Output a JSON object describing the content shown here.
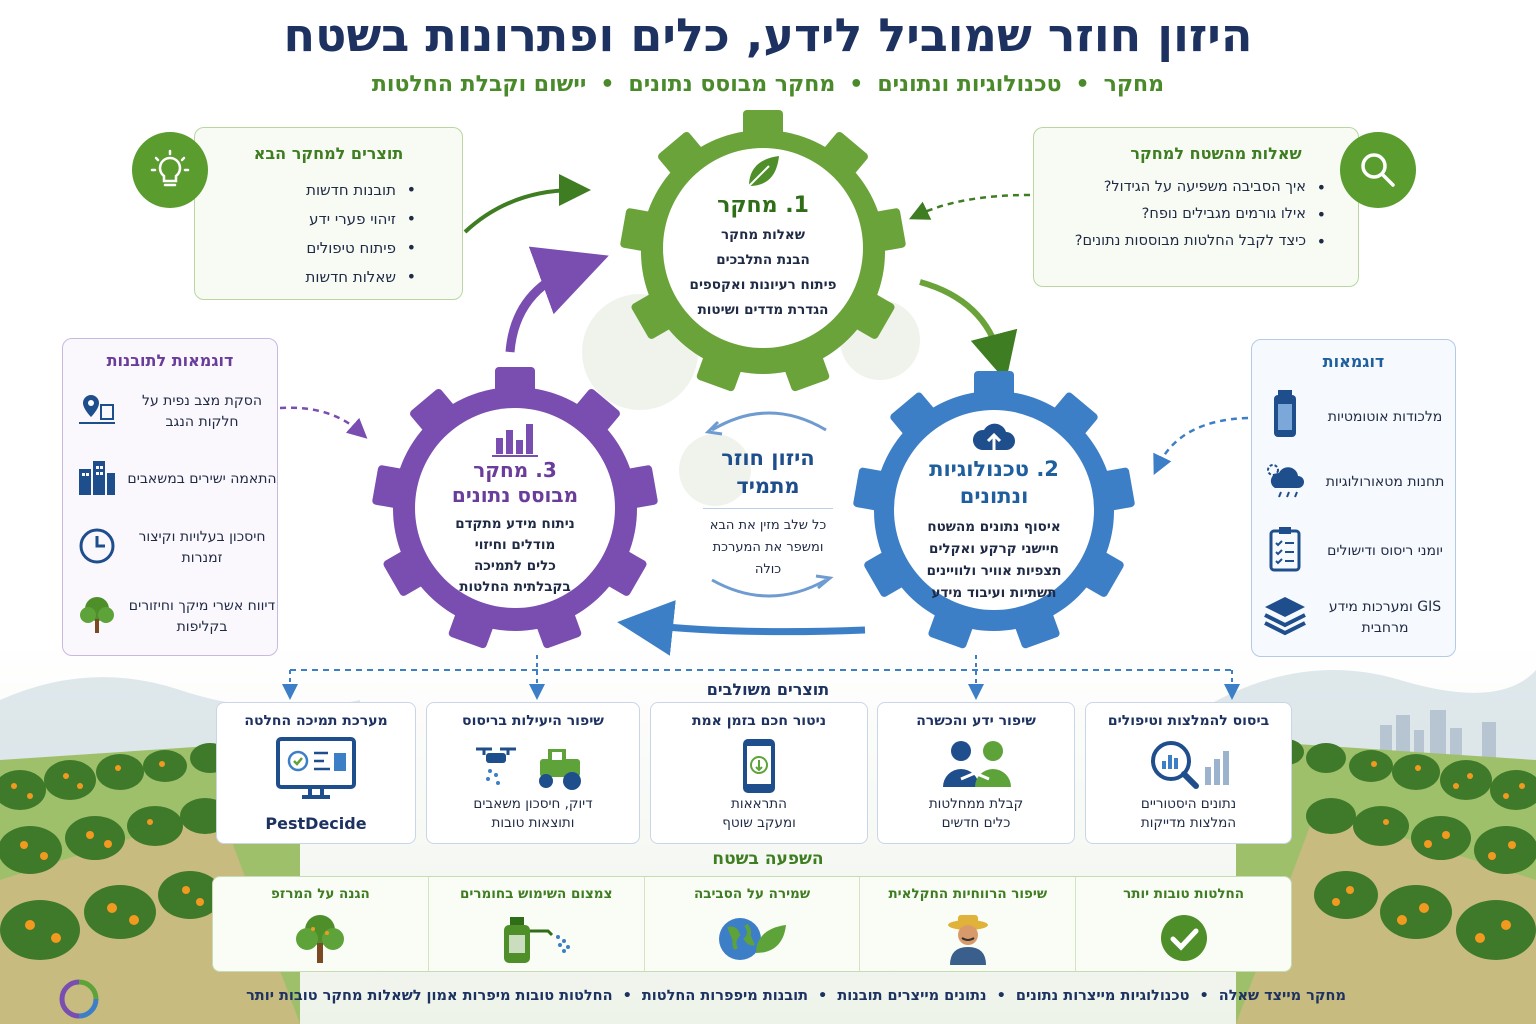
{
  "title": "היזון חוזר שמוביל לידע, כלים ופתרונות בשטח",
  "subtitle": [
    "מחקר",
    "טכנולוגיות ונתונים",
    "מחקר מבוסס נתונים",
    "יישום וקבלת החלטות"
  ],
  "colors": {
    "green": "#5a9c2e",
    "blue": "#3d7fc7",
    "purple": "#7a4db0",
    "navy": "#1d3260"
  },
  "next_research": {
    "title": "תוצרים למחקר הבא",
    "icon": "lightbulb-icon",
    "items": [
      "תובנות חדשות",
      "זיהוי פערי ידע",
      "פיתוח טיפולים",
      "שאלות חדשות"
    ]
  },
  "field_questions": {
    "title": "שאלות מהשטח למחקר",
    "icon": "magnifier-icon",
    "items": [
      "איך הסביבה משפיעה על הגידול?",
      "אילו גורמים מגבילים נופח?",
      "כיצד לקבל החלטות מבוססות נתונים?"
    ]
  },
  "insight_examples": {
    "title": "דוגמאות לתובנות",
    "items": [
      {
        "text": "הסקת מצב נפית על חלקות הנגב",
        "icon": "map-pin-icon"
      },
      {
        "text": "התאמה ישירים במשאבים",
        "icon": "buildings-icon"
      },
      {
        "text": "חיסכון בעלויות וקיצור זמנרות",
        "icon": "clock-icon"
      },
      {
        "text": "דיווח אשרי מיקך וחיזורים בקליפות",
        "icon": "tree-icon"
      }
    ]
  },
  "tech_examples": {
    "title": "דוגמאות",
    "items": [
      {
        "text": "מלכודות אוטומטיות",
        "icon": "trap-icon"
      },
      {
        "text": "תחנות מטאורולוגיות",
        "icon": "weather-icon"
      },
      {
        "text": "יומני ריסוס ודישולים",
        "icon": "clipboard-icon"
      },
      {
        "text": "GIS ומערכות מידע מרחבית",
        "icon": "layers-icon"
      }
    ]
  },
  "gear_research": {
    "title": "1. מחקר",
    "icon": "leaf-icon",
    "lines": [
      "שאלות מחקר",
      "הבנת התלבכים",
      "פיתוח רעיונות ואקספים",
      "הגדרת מדדים ושיטות"
    ]
  },
  "gear_tech": {
    "title_1": "2. טכנולוגיות",
    "title_2": "ונתונים",
    "icon": "cloud-upload-icon",
    "lines": [
      "איסוף נתונים מהשטח",
      "חיישני קרקע ואקלים",
      "תצפיות אוויר ולוויינים",
      "תשתיות ועיבוד מידע"
    ]
  },
  "gear_data": {
    "title_1": "3. מחקר",
    "title_2": "מבוסס נתונים",
    "icon": "bar-chart-icon",
    "lines": [
      "ניתוח מידע מתקדם",
      "מודלים וחיזוי",
      "כלים לתמיכה",
      "בקבלתית החלטות"
    ]
  },
  "center_loop": {
    "title_1": "היזון חוזר",
    "title_2": "מתמיד",
    "lines": [
      "כל שלב מזין את הבא",
      "ומשפר את המערכת",
      "כולה"
    ]
  },
  "products": {
    "title": "תוצרים משולבים",
    "items": [
      {
        "title": "ביסוס להמלצות וטיפולים",
        "text_1": "נתונים היסטוריים",
        "text_2": "המלצות מדייקות",
        "icon": "analytics-icon"
      },
      {
        "title": "שיפור ידע והכשרה",
        "text_1": "קבלת ממחלטות",
        "text_2": "כלים חדשים",
        "icon": "people-icon"
      },
      {
        "title": "ניטור חכם בזמן אמת",
        "text_1": "התראאות",
        "text_2": "ומעקב שוטף",
        "icon": "smartphone-icon"
      },
      {
        "title": "שיפור היעילות בריסוס",
        "text_1": "דיוק, חיסכון משאבים",
        "text_2": "ותוצאות טובות",
        "icon": "drone-tractor-icon"
      },
      {
        "title": "מערכת תמיכה החלטה",
        "text_1": "PestDecide",
        "text_2": "",
        "icon": "monitor-icon"
      }
    ]
  },
  "impact": {
    "title": "השפעה בשטח",
    "items": [
      {
        "title": "החלטות טובות יותר",
        "icon": "check-icon"
      },
      {
        "title": "שיפור הרווחיות החקלאית",
        "icon": "farmer-icon"
      },
      {
        "title": "שמירה על הסביבה",
        "icon": "globe-leaf-icon"
      },
      {
        "title": "צמצום השימוש בחומרים",
        "icon": "sprayer-icon"
      },
      {
        "title": "הגנה על המרזפ",
        "icon": "tree-icon"
      }
    ]
  },
  "footer": {
    "icon": "cycle-icon",
    "items": [
      "מחקר מייצד שאלה",
      "טכנולוגיות מייצרות נתונים",
      "נתונים מייצרים תובנות",
      "תובנות מיפפרות החלטות",
      "החלטות טובות מיפרות אמון  לשאלות מחקר טובות יותר"
    ]
  }
}
